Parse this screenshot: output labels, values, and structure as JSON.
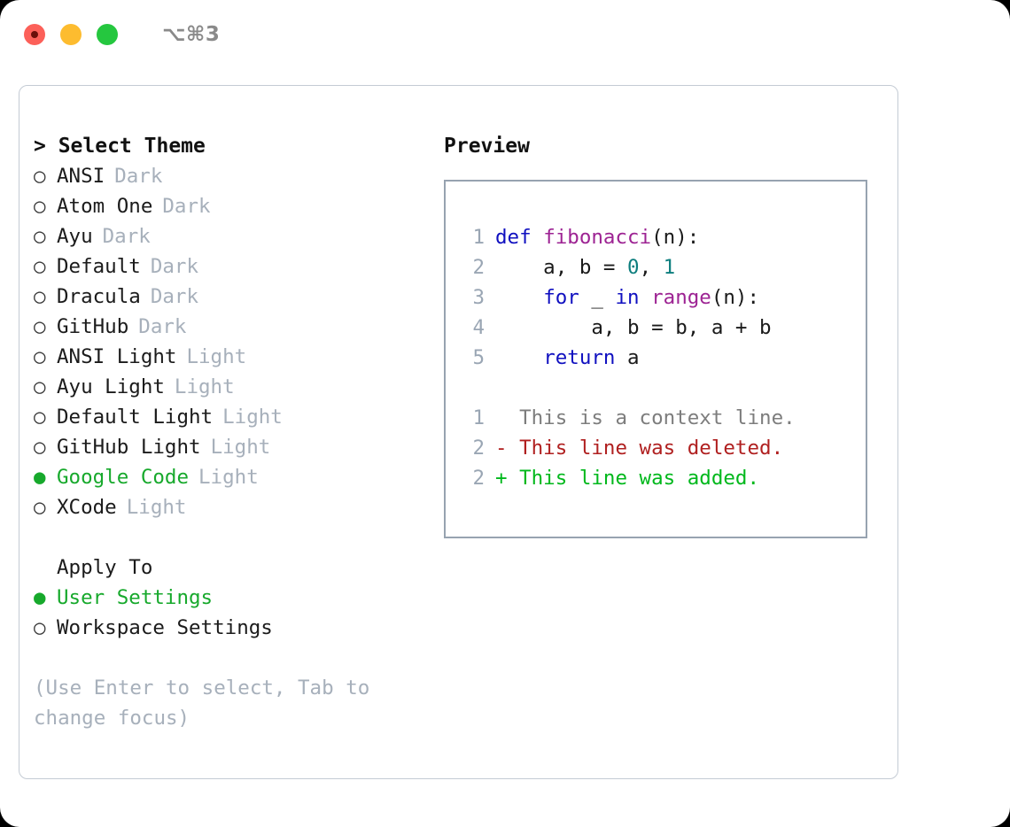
{
  "titlebar": {
    "shortcut": "⌥⌘3",
    "buttons": [
      {
        "name": "close",
        "color": "#fc6059"
      },
      {
        "name": "minimize",
        "color": "#fdbc2f"
      },
      {
        "name": "maximize",
        "color": "#25c73f"
      }
    ]
  },
  "theme_picker": {
    "header": "> Select Theme",
    "items": [
      {
        "name": "ANSI",
        "kind": "Dark",
        "selected": false,
        "bullet": "○"
      },
      {
        "name": "Atom One",
        "kind": "Dark",
        "selected": false,
        "bullet": "○"
      },
      {
        "name": "Ayu",
        "kind": "Dark",
        "selected": false,
        "bullet": "○"
      },
      {
        "name": "Default",
        "kind": "Dark",
        "selected": false,
        "bullet": "○"
      },
      {
        "name": "Dracula",
        "kind": "Dark",
        "selected": false,
        "bullet": "○"
      },
      {
        "name": "GitHub",
        "kind": "Dark",
        "selected": false,
        "bullet": "○"
      },
      {
        "name": "ANSI Light",
        "kind": "Light",
        "selected": false,
        "bullet": "○"
      },
      {
        "name": "Ayu Light",
        "kind": "Light",
        "selected": false,
        "bullet": "○"
      },
      {
        "name": "Default Light",
        "kind": "Light",
        "selected": false,
        "bullet": "○"
      },
      {
        "name": "GitHub Light",
        "kind": "Light",
        "selected": false,
        "bullet": "○"
      },
      {
        "name": "Google Code",
        "kind": "Light",
        "selected": true,
        "bullet": "●"
      },
      {
        "name": "XCode",
        "kind": "Light",
        "selected": false,
        "bullet": "○"
      }
    ]
  },
  "apply_to": {
    "label": "Apply To",
    "options": [
      {
        "name": "User Settings",
        "selected": true,
        "bullet": "●"
      },
      {
        "name": "Workspace Settings",
        "selected": false,
        "bullet": "○"
      }
    ]
  },
  "hint": "(Use Enter to select, Tab to change focus)",
  "preview": {
    "title": "Preview",
    "code_lines": [
      {
        "no": "1",
        "tokens": [
          {
            "t": "def",
            "c": "kw"
          },
          {
            "t": " ",
            "c": "plain"
          },
          {
            "t": "fibonacci",
            "c": "fn"
          },
          {
            "t": "(n):",
            "c": "plain"
          }
        ]
      },
      {
        "no": "2",
        "tokens": [
          {
            "t": "    a, b = ",
            "c": "plain"
          },
          {
            "t": "0",
            "c": "num"
          },
          {
            "t": ", ",
            "c": "plain"
          },
          {
            "t": "1",
            "c": "num"
          }
        ]
      },
      {
        "no": "3",
        "tokens": [
          {
            "t": "    ",
            "c": "plain"
          },
          {
            "t": "for",
            "c": "kw"
          },
          {
            "t": " _ ",
            "c": "plain"
          },
          {
            "t": "in",
            "c": "kw"
          },
          {
            "t": " ",
            "c": "plain"
          },
          {
            "t": "range",
            "c": "fn"
          },
          {
            "t": "(n):",
            "c": "plain"
          }
        ]
      },
      {
        "no": "4",
        "tokens": [
          {
            "t": "        a, b = b, a + b",
            "c": "plain"
          }
        ]
      },
      {
        "no": "5",
        "tokens": [
          {
            "t": "    ",
            "c": "plain"
          },
          {
            "t": "return",
            "c": "kw"
          },
          {
            "t": " a",
            "c": "plain"
          }
        ]
      }
    ],
    "diff_lines": [
      {
        "no": "1",
        "marker": "  ",
        "text": "This is a context line.",
        "kind": "ctx"
      },
      {
        "no": "2",
        "marker": "- ",
        "text": "This line was deleted.",
        "kind": "del"
      },
      {
        "no": "2",
        "marker": "+ ",
        "text": "This line was added.",
        "kind": "add"
      }
    ]
  },
  "colors": {
    "accent_green": "#17a92c",
    "muted": "#a7b0bb",
    "keyword": "#1010c0",
    "function": "#9d2393",
    "number": "#0d7e7e",
    "diff_add": "#00b81c",
    "diff_del": "#b02020",
    "diff_ctx": "#7d7d7d",
    "border": "#97a3b0",
    "panel_border": "#c4cbd4"
  }
}
